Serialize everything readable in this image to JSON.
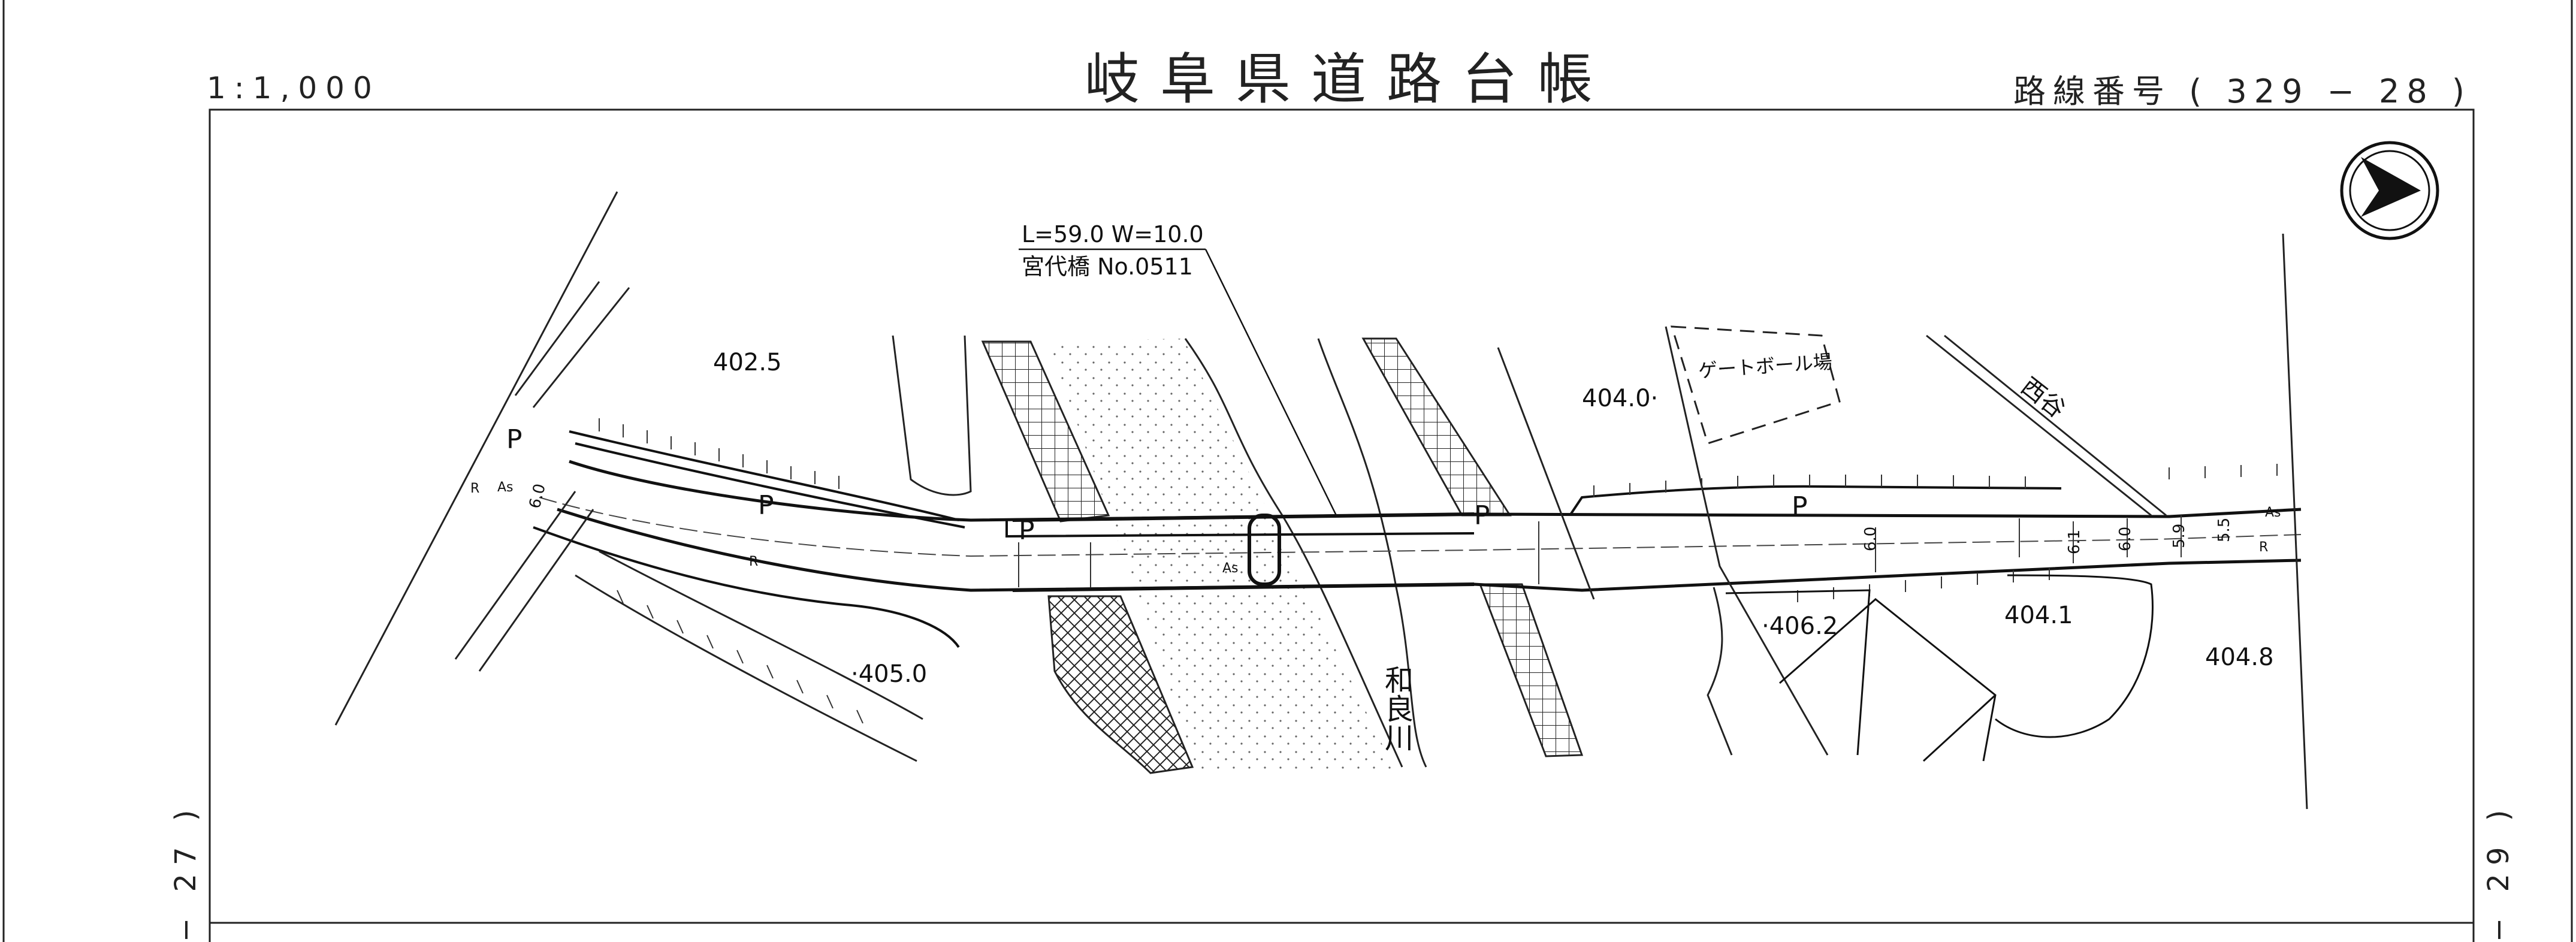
{
  "header": {
    "title": "岐阜県道路台帳",
    "scale": "1:1,000",
    "route": "路線番号 ( 329 − 28 )"
  },
  "side": {
    "left": "− 27 )",
    "right": "− 29 )"
  },
  "bridge": {
    "dims": "L=59.0  W=10.0",
    "name": "宮代橋  No.0511"
  },
  "elevations": {
    "e1": "402.5",
    "e2": "404.0·",
    "e3": "·405.0",
    "e4": "·406.2",
    "e5": "404.1",
    "e6": "404.8"
  },
  "places": {
    "gateball": "ゲートボール場",
    "river": "和良川",
    "nishitani": "西谷"
  },
  "road_marks": {
    "parking": "P",
    "asphalt": "As",
    "r_mark": "R",
    "w60": "6.0",
    "w61": "6.1",
    "w59": "5.9",
    "w55": "5.5"
  }
}
